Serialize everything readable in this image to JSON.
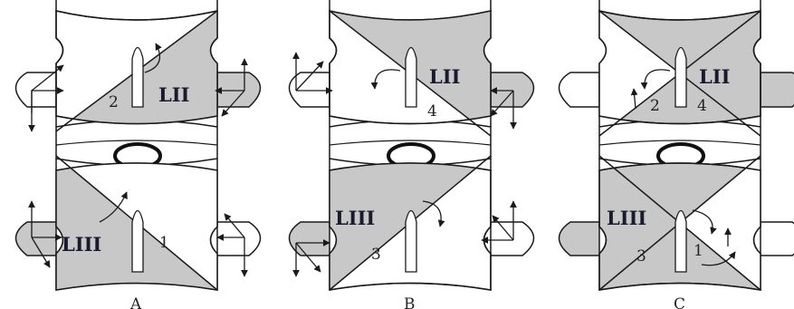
{
  "colors": {
    "bone_fill": "#ffffff",
    "shaded_fill": "#c8c8c8",
    "stroke": "#1a1a1a"
  },
  "panels": [
    {
      "letter": "A",
      "upper": {
        "vertebra": "LII",
        "number": "2"
      },
      "lower": {
        "vertebra": "LIII",
        "number": "1"
      }
    },
    {
      "letter": "B",
      "upper": {
        "vertebra": "LII",
        "number": "4"
      },
      "lower": {
        "vertebra": "LIII",
        "number": "3"
      }
    },
    {
      "letter": "C",
      "upper": {
        "vertebra": "LII",
        "numbers": [
          "2",
          "4"
        ]
      },
      "lower": {
        "vertebra": "LIII",
        "numbers": [
          "3",
          "1"
        ]
      }
    }
  ]
}
